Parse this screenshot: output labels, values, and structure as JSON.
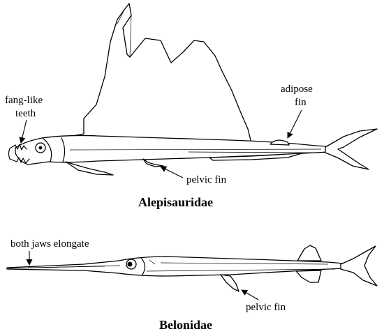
{
  "top_fish": {
    "title": "Alepisauridae",
    "labels": {
      "teeth_line1": "fang-like",
      "teeth_line2": "teeth",
      "adipose_line1": "adipose",
      "adipose_line2": "fin",
      "pelvic": "pelvic fin"
    }
  },
  "bottom_fish": {
    "title": "Belonidae",
    "labels": {
      "jaws": "both jaws elongate",
      "pelvic": "pelvic fin"
    }
  }
}
